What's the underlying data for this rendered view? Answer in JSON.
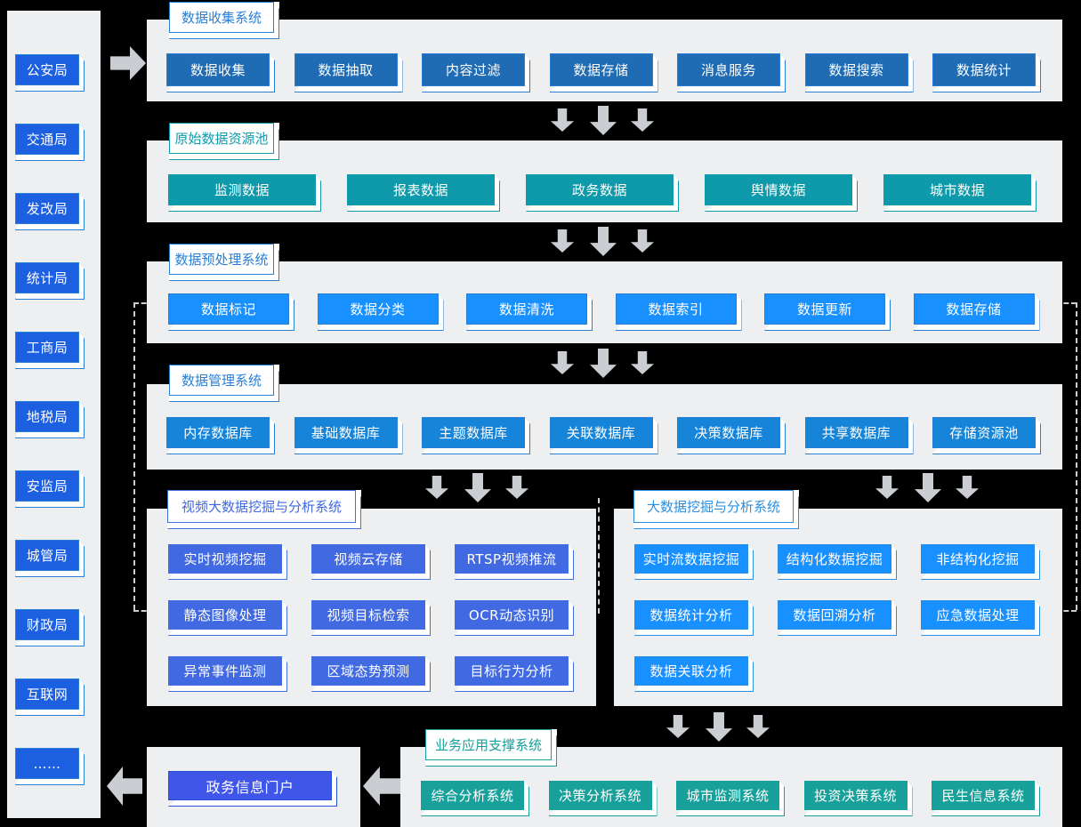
{
  "colors": {
    "sidebar_box": "#1c5fe0",
    "collect_box": "#1f6cb4",
    "pool_box": "#0e9aaa",
    "preprocess_box": "#1890ff",
    "manage_box": "#1684d8",
    "video_box": "#4169e1",
    "mining_box": "#1890ff",
    "portal_box": "#3f56e8",
    "business_box": "#18a09a",
    "panel_bg": "#eeeff0",
    "arrow_gray": "#cacdd1",
    "tab_border_blue": "#2a7fd4",
    "tab_border_teal": "#0e9aaa",
    "tab_text_blue": "#2a7fd4",
    "tab_text_teal": "#0e9aaa",
    "background": "#000000"
  },
  "sidebar": {
    "name": "data-source-departments",
    "items": [
      {
        "label": "公安局"
      },
      {
        "label": "交通局"
      },
      {
        "label": "发改局"
      },
      {
        "label": "统计局"
      },
      {
        "label": "工商局"
      },
      {
        "label": "地税局"
      },
      {
        "label": "安监局"
      },
      {
        "label": "城管局"
      },
      {
        "label": "财政局"
      },
      {
        "label": "互联网"
      },
      {
        "label": "……"
      }
    ]
  },
  "sections": {
    "collect": {
      "title": "数据收集系统",
      "items": [
        "数据收集",
        "数据抽取",
        "内容过滤",
        "数据存储",
        "消息服务",
        "数据搜索",
        "数据统计"
      ]
    },
    "pool": {
      "title": "原始数据资源池",
      "items": [
        "监测数据",
        "报表数据",
        "政务数据",
        "舆情数据",
        "城市数据"
      ]
    },
    "preprocess": {
      "title": "数据预处理系统",
      "items": [
        "数据标记",
        "数据分类",
        "数据清洗",
        "数据索引",
        "数据更新",
        "数据存储"
      ]
    },
    "manage": {
      "title": "数据管理系统",
      "items": [
        "内存数据库",
        "基础数据库",
        "主题数据库",
        "关联数据库",
        "决策数据库",
        "共享数据库",
        "存储资源池"
      ]
    },
    "video": {
      "title": "视频大数据挖掘与分析系统",
      "items": [
        "实时视频挖掘",
        "视频云存储",
        "RTSP视频推流",
        "静态图像处理",
        "视频目标检索",
        "OCR动态识别",
        "异常事件监测",
        "区域态势预测",
        "目标行为分析"
      ]
    },
    "mining": {
      "title": "大数据挖掘与分析系统",
      "items": [
        "实时流数据挖掘",
        "结构化数据挖掘",
        "非结构化挖掘",
        "数据统计分析",
        "数据回溯分析",
        "应急数据处理",
        "数据关联分析"
      ]
    },
    "portal": {
      "items": [
        "政务信息门户"
      ]
    },
    "business": {
      "title": "业务应用支撑系统",
      "items": [
        "综合分析系统",
        "决策分析系统",
        "城市监测系统",
        "投资决策系统",
        "民生信息系统"
      ]
    }
  },
  "arrows": {
    "right_arrow_top": "arrow-right",
    "left_arrow_bottom_1": "arrow-left",
    "left_arrow_bottom_2": "arrow-left",
    "down_groups": 6
  }
}
